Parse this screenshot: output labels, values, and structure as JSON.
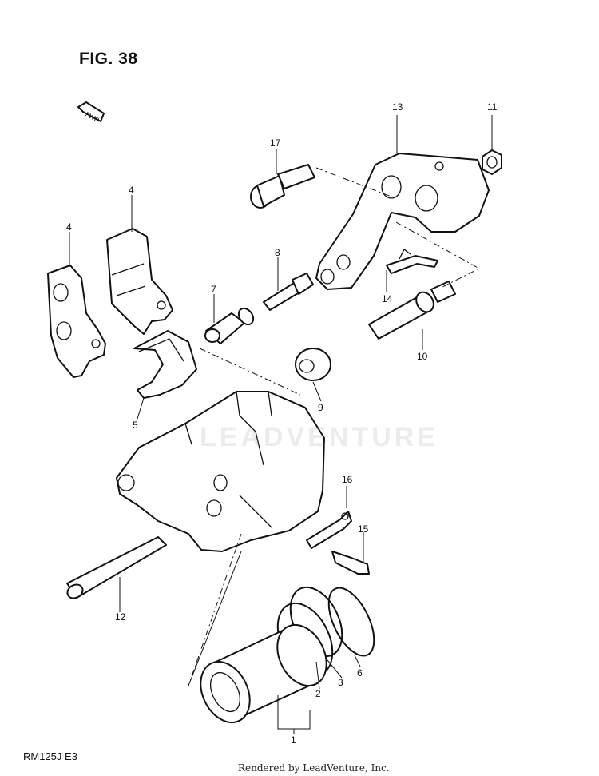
{
  "figure": {
    "title": "FIG. 38"
  },
  "footer": {
    "model": "RM125J  E3",
    "credit": "Rendered by LeadVenture, Inc.",
    "watermark": "LEADVENTURE"
  },
  "fwd_arrow": {
    "label": "FWD"
  },
  "callouts": {
    "p1": "1",
    "p2": "2",
    "p3": "3",
    "p4a": "4",
    "p4b": "4",
    "p5": "5",
    "p6": "6",
    "p7": "7",
    "p8": "8",
    "p9": "9",
    "p10": "10",
    "p11": "11",
    "p12": "12",
    "p13": "13",
    "p14": "14",
    "p15": "15",
    "p16": "16",
    "p17": "17"
  }
}
